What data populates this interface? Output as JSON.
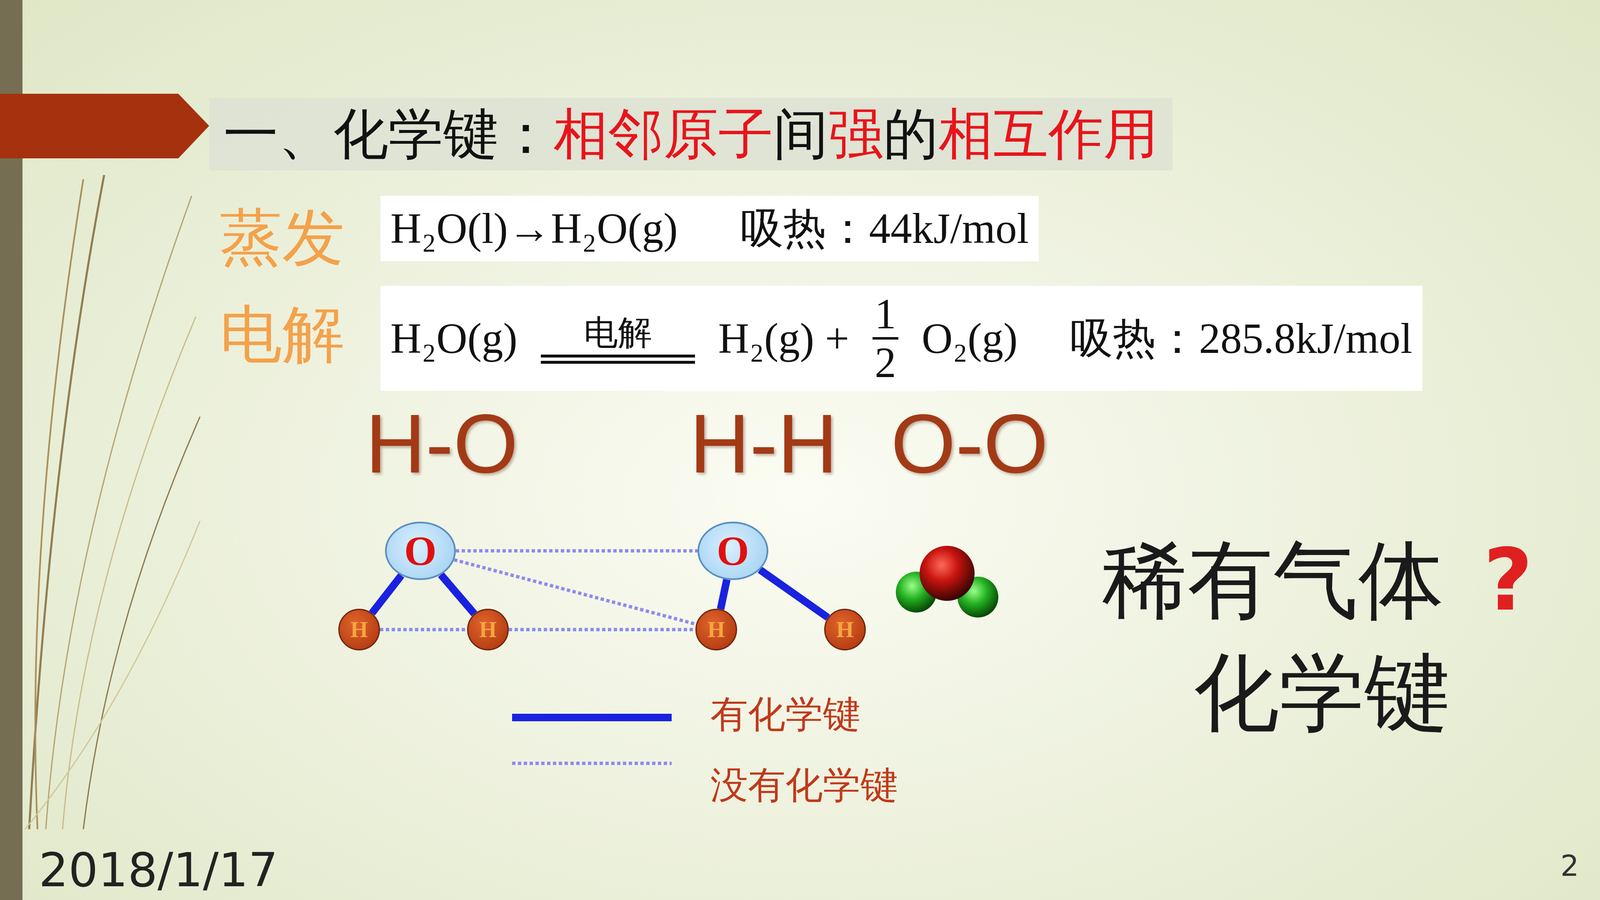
{
  "diagram": {
    "title": "一、化学键：相邻原子间强的相互作用",
    "nodes": [
      {
        "text": [
          "H₂O(l)→H₂O(g)",
          "吸热：44kJ/mol"
        ]
      },
      {
        "text": [
          "H₂O(g)",
          "电解",
          "H₂(g) +",
          "1",
          "2",
          "O₂(g)",
          "吸热：285.8kJ/mol"
        ]
      },
      {
        "text": [
          "O"
        ]
      },
      {
        "text": [
          "H"
        ]
      },
      {
        "text": [
          "H"
        ]
      },
      {
        "text": [
          "O"
        ]
      },
      {
        "text": [
          "H"
        ]
      },
      {
        "text": [
          "H"
        ]
      }
    ],
    "edges": [
      {
        "from": 2,
        "to": 3,
        "arrow": "none"
      },
      {
        "from": 2,
        "to": 4,
        "arrow": "none"
      },
      {
        "from": 5,
        "to": 6,
        "arrow": "none"
      },
      {
        "from": 5,
        "to": 7,
        "arrow": "none"
      },
      {
        "from": 2,
        "to": 5,
        "arrow": "none"
      },
      {
        "from": 2,
        "to": 6,
        "arrow": "none"
      },
      {
        "from": 3,
        "to": 4,
        "arrow": "none"
      },
      {
        "from": 4,
        "to": 6,
        "arrow": "none"
      }
    ],
    "labels": [
      "蒸发",
      "电解",
      "H-O",
      "H-H",
      "O-O",
      "稀有气体",
      "?",
      "化学键",
      "2018/1/17",
      "2"
    ],
    "legend": [
      {
        "text": "有化学键"
      },
      {
        "text": "没有化学键"
      }
    ]
  }
}
